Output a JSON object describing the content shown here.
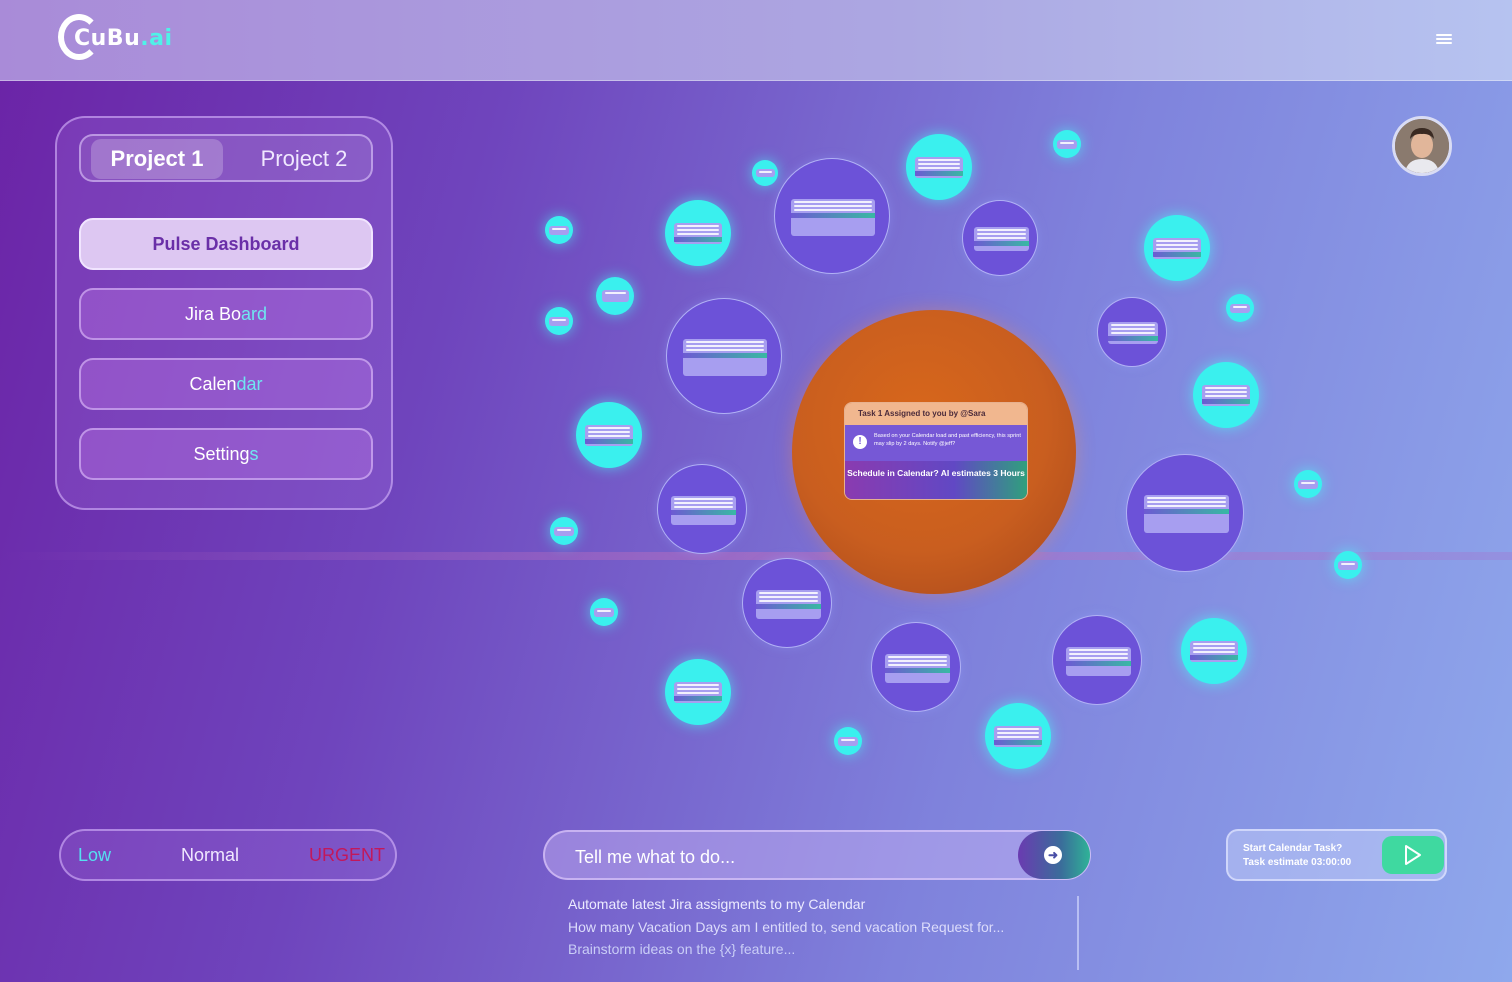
{
  "app": {
    "brand_main": "CuBu",
    "brand_suffix": ".ai"
  },
  "projects": {
    "tabs": [
      "Project 1",
      "Project 2"
    ],
    "active": "Project 1"
  },
  "nav": {
    "items": [
      {
        "label_a": "Pulse Dashboard",
        "label_b": "",
        "active": true
      },
      {
        "label_a": "Jira Bo",
        "label_b": "ard",
        "active": false
      },
      {
        "label_a": "Calen",
        "label_b": "dar",
        "active": false
      },
      {
        "label_a": "Setting",
        "label_b": "s",
        "active": false
      }
    ]
  },
  "priority": {
    "options": [
      "Low",
      "Normal",
      "URGENT"
    ],
    "colors": {
      "low": "#55e0f0",
      "normal": "#f0e8ff",
      "urgent": "#c2185b"
    }
  },
  "focus_card": {
    "header": "Task 1 Assigned to you by @Sara",
    "message": "Based on your Calendar load and past efficiency, this sprint may slip by 2 days. Notify @jeff?",
    "action": "Schedule in Calendar? AI estimates 3 Hours"
  },
  "prompt": {
    "placeholder": "Tell me what to do...",
    "suggestions": [
      "Automate latest Jira assigments to my Calendar",
      "How many Vacation Days am I entitled to, send vacation Request for...",
      "Brainstorm ideas on the {x} feature..."
    ]
  },
  "calendar_task": {
    "title": "Start Calendar Task?",
    "estimate": "Task estimate 03:00:00"
  },
  "colors": {
    "accent_cyan": "#3af0ee",
    "focus_orange": "#c95e1f",
    "play_green": "#3fd9a0"
  }
}
